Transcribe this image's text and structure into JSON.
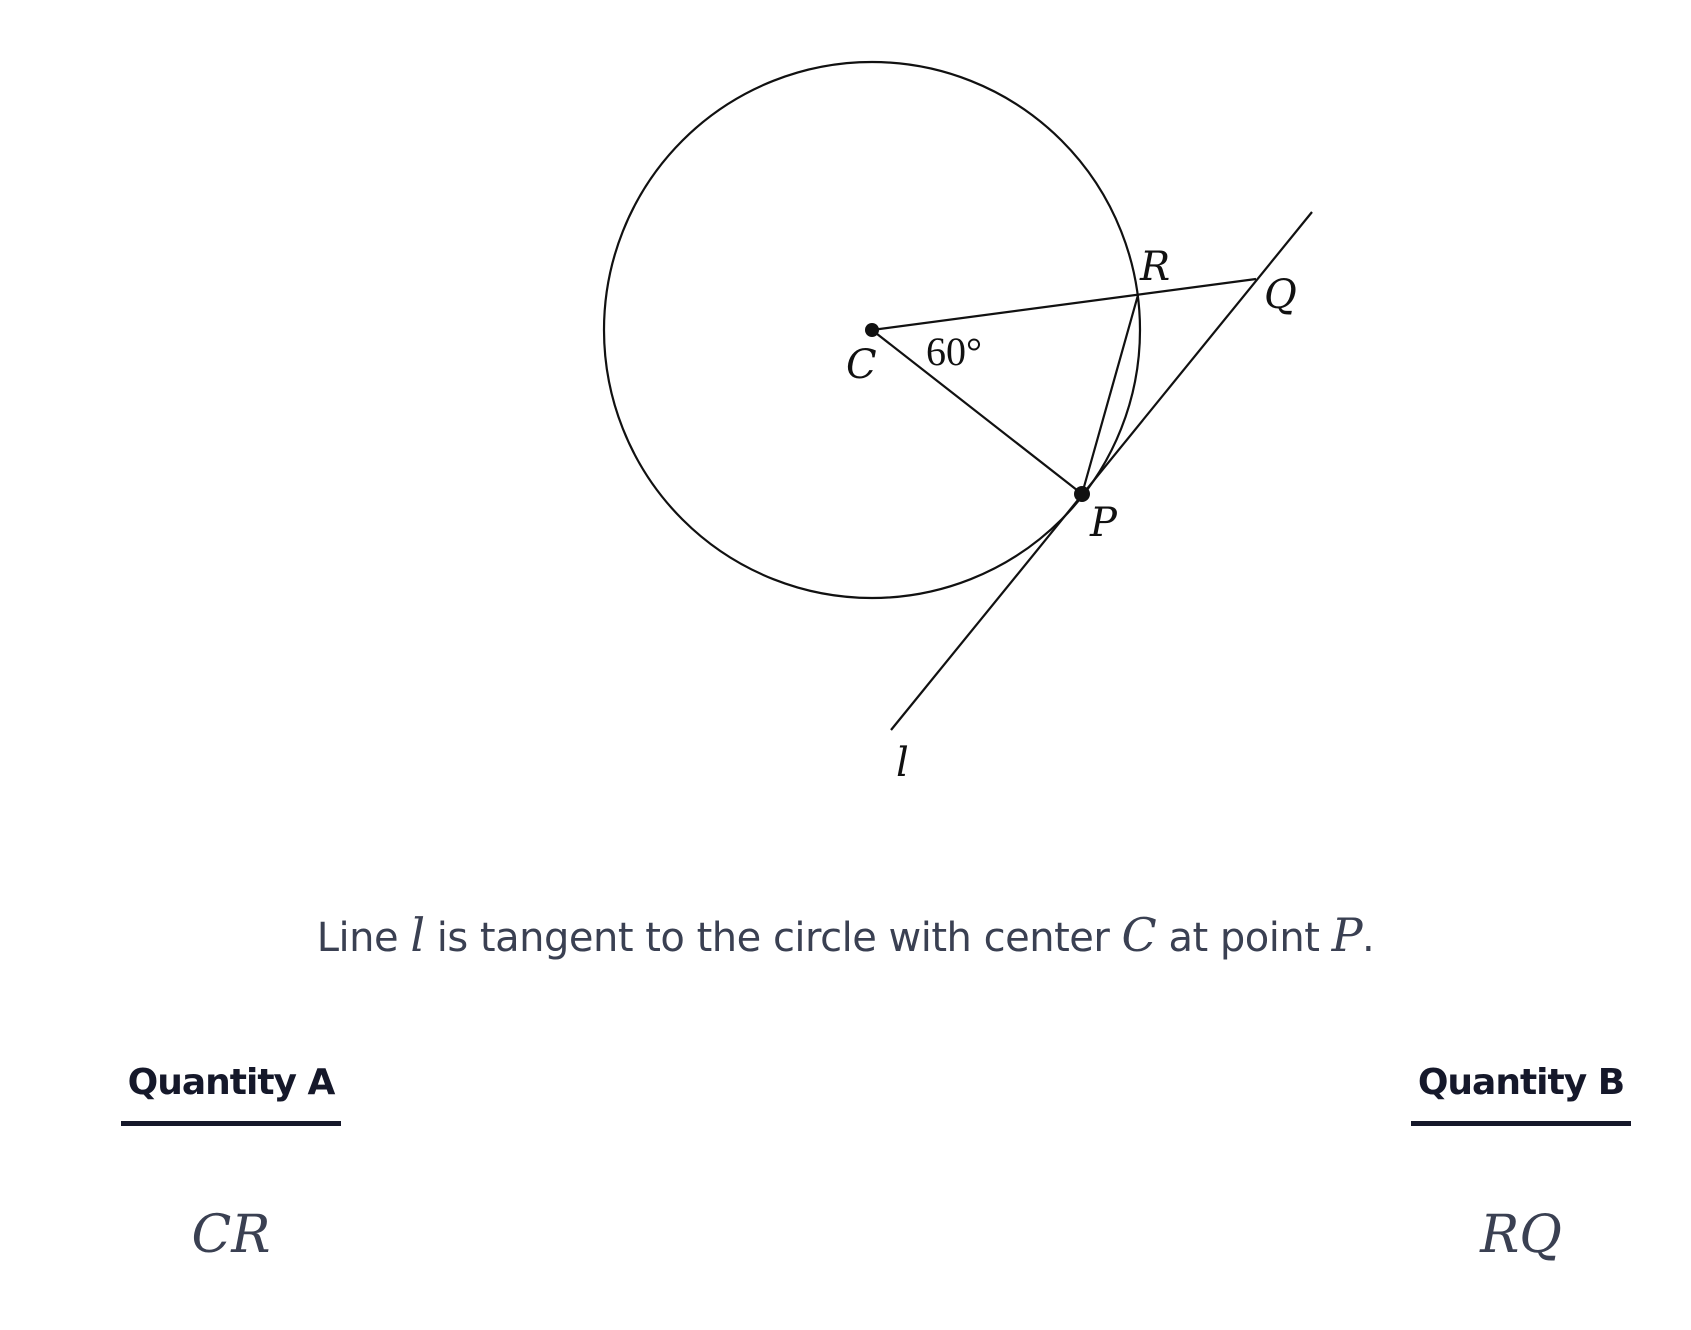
{
  "figure": {
    "labels": {
      "C": "C",
      "R": "R",
      "Q": "Q",
      "P": "P",
      "l": "l"
    },
    "angle_label": "60°",
    "stroke_color": "#111111"
  },
  "statement": {
    "prefix": "Line ",
    "var_l": "l",
    "middle": " is tangent to the circle with center ",
    "var_C": "C",
    "mid2": " at point ",
    "var_P": "P",
    "suffix": "."
  },
  "quantity_a": {
    "label": "Quantity A",
    "value": "CR"
  },
  "quantity_b": {
    "label": "Quantity B",
    "value": "RQ"
  }
}
